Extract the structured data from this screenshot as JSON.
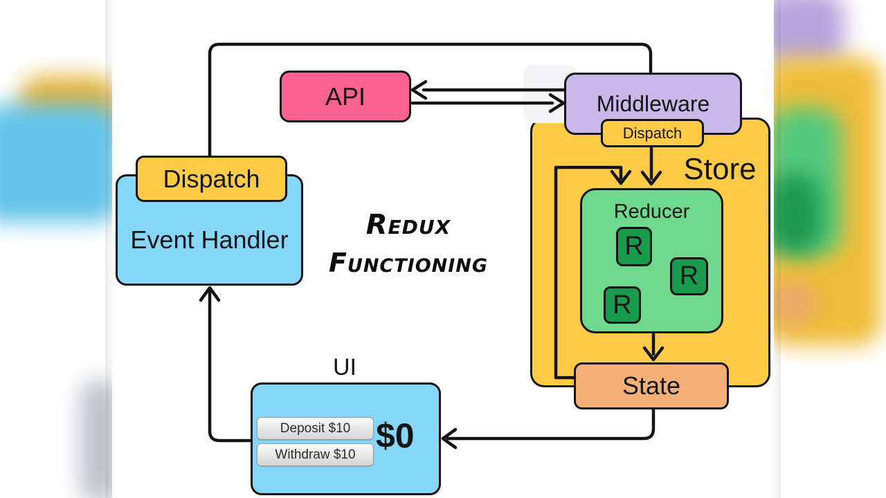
{
  "diagram_title": {
    "line1": "Redux",
    "line2": "Functioning"
  },
  "nodes": {
    "api": {
      "label": "API"
    },
    "middleware": {
      "label": "Middleware"
    },
    "store": {
      "label": "Store",
      "dispatch_label": "Dispatch"
    },
    "reducer": {
      "label": "Reducer",
      "r_items": [
        "R",
        "R",
        "R"
      ]
    },
    "state": {
      "label": "State"
    },
    "dispatch": {
      "label": "Dispatch"
    },
    "event_handler": {
      "label": "Event Handler"
    },
    "ui": {
      "label": "UI",
      "buttons": [
        {
          "label": "Deposit $10"
        },
        {
          "label": "Withdraw $10"
        }
      ],
      "balance": "$0"
    }
  },
  "colors": {
    "api": "#FA6292",
    "middleware": "#C9B8EA",
    "store": "#FDCB45",
    "reducer": "#6ED88C",
    "reducer_item": "#189B4C",
    "state": "#F4B077",
    "ui_panel": "#86D6F8",
    "connector": "#141414"
  }
}
